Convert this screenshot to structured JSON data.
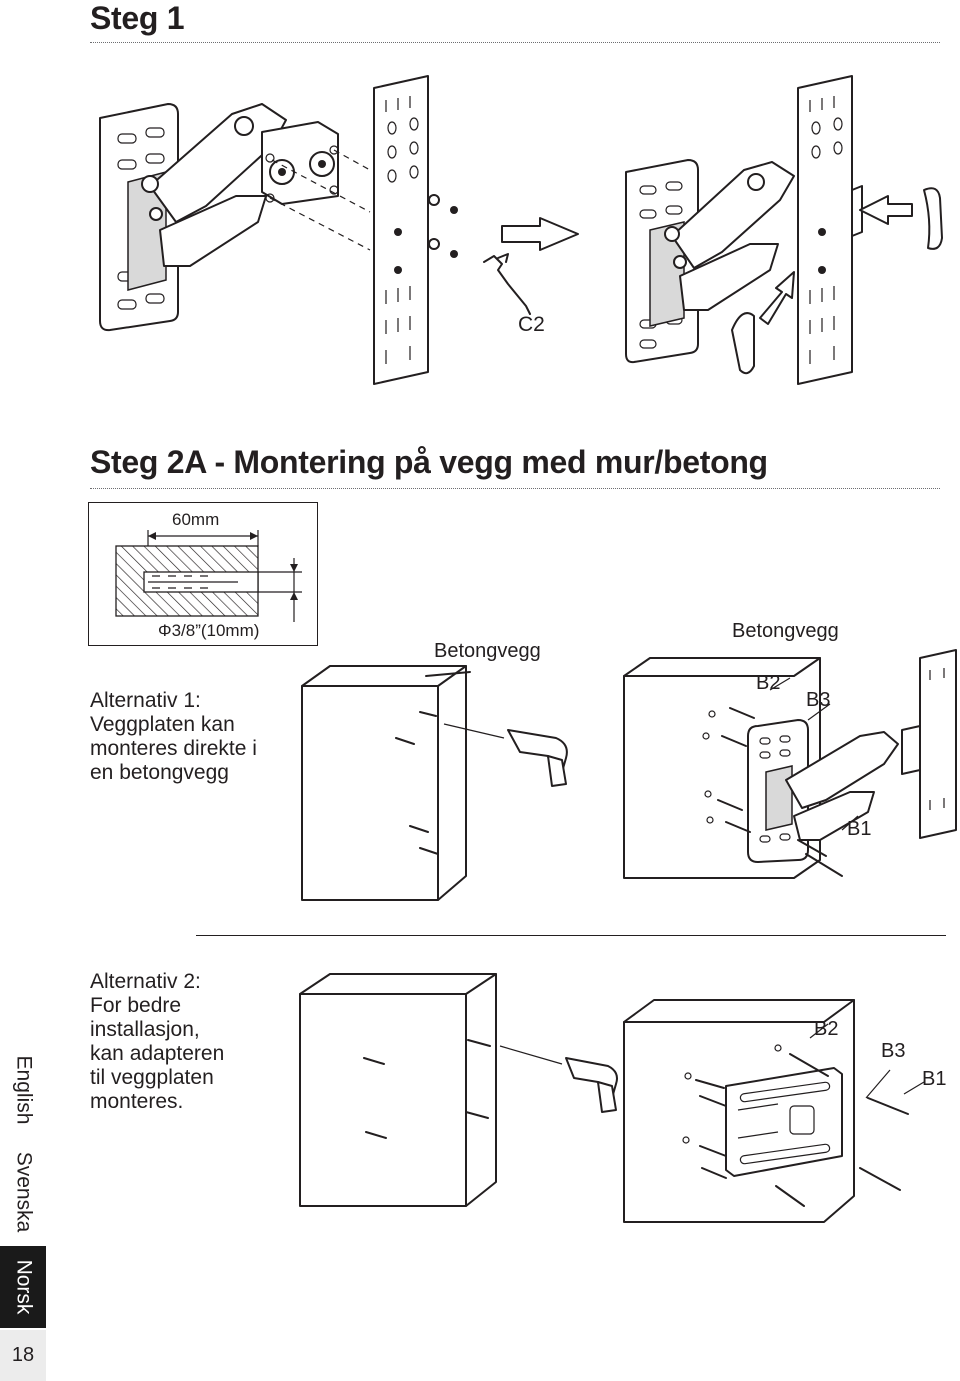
{
  "step1": {
    "title": "Steg 1",
    "tool_label": "C2"
  },
  "step2a": {
    "title": "Steg 2A - Montering på vegg med mur/betong"
  },
  "drill_spec": {
    "depth_label": "60mm",
    "diameter_label": "Φ3/8”(10mm)"
  },
  "option1": {
    "text": "Alternativ 1:\nVeggplaten kan\nmonteres direkte i\nen betongvegg",
    "wall_label_a": "Betongvegg",
    "wall_label_b": "Betongvegg",
    "parts": [
      "B2",
      "B3",
      "B1"
    ]
  },
  "option2": {
    "text": "Alternativ 2:\nFor bedre\ninstallasjon,\nkan adapteren\ntil veggplaten\nmonteres.",
    "parts": [
      "B2",
      "B3",
      "B1"
    ]
  },
  "side_tabs": [
    {
      "label": "English",
      "active": false
    },
    {
      "label": "Svenska",
      "active": false
    },
    {
      "label": "Norsk",
      "active": true
    }
  ],
  "page_number": "18"
}
